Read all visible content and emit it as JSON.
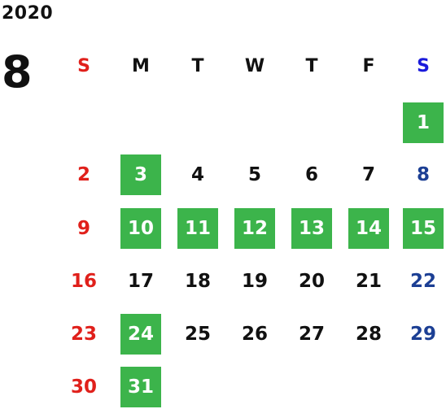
{
  "calendar": {
    "year": "2020",
    "month": "8",
    "weekdays": [
      {
        "label": "S",
        "color": "#e0201b"
      },
      {
        "label": "M",
        "color": "#111111"
      },
      {
        "label": "T",
        "color": "#111111"
      },
      {
        "label": "W",
        "color": "#111111"
      },
      {
        "label": "T",
        "color": "#111111"
      },
      {
        "label": "F",
        "color": "#111111"
      },
      {
        "label": "S",
        "color": "#1a1adb"
      }
    ],
    "first_weekday_index": 6,
    "days_in_month": 31,
    "highlighted_days": [
      1,
      3,
      10,
      11,
      12,
      13,
      14,
      15,
      24,
      31
    ],
    "colors": {
      "sunday": "#e0201b",
      "saturday": "#1c3f94",
      "weekday": "#111111",
      "highlight_bg": "#3cb44b",
      "highlight_text": "#ffffff"
    }
  }
}
